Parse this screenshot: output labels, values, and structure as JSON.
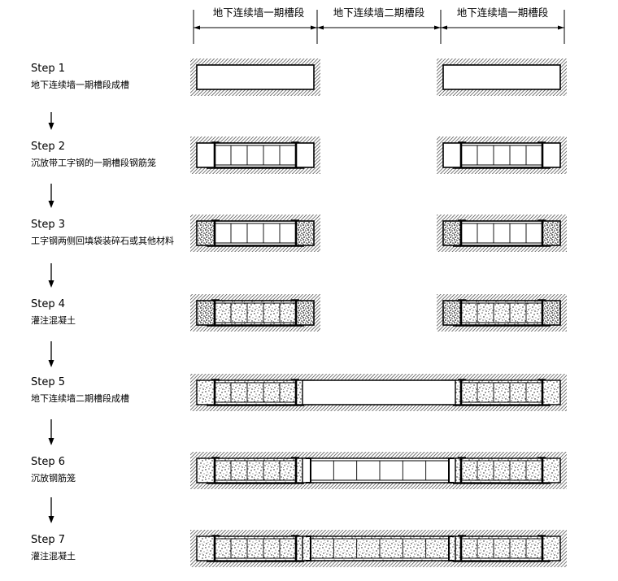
{
  "headers": {
    "left": "地下连续墙一期槽段",
    "middle": "地下连续墙二期槽段",
    "right": "地下连续墙一期槽段"
  },
  "steps": [
    {
      "title": "Step 1",
      "desc": "地下连续墙一期槽段成槽"
    },
    {
      "title": "Step 2",
      "desc": "沉放带工字钢的一期槽段钢筋笼"
    },
    {
      "title": "Step 3",
      "desc": "工字钢两侧回填袋装碎石或其他材料"
    },
    {
      "title": "Step 4",
      "desc": "灌注混凝土"
    },
    {
      "title": "Step 5",
      "desc": "地下连续墙二期槽段成槽"
    },
    {
      "title": "Step 6",
      "desc": "沉放钢筋笼"
    },
    {
      "title": "Step 7",
      "desc": "灌注混凝土"
    }
  ],
  "colors": {
    "line": "#000000",
    "hatch": "#333333",
    "background": "#ffffff"
  }
}
